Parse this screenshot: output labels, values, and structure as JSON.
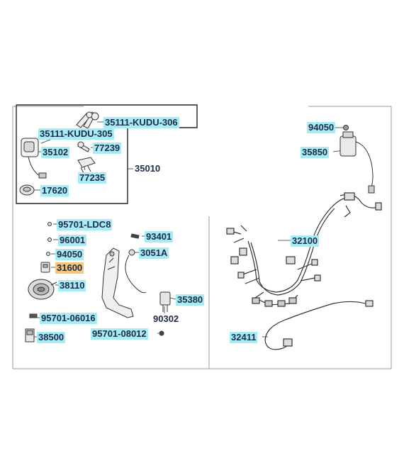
{
  "colors": {
    "highlight": "#a8ecf3",
    "selected": "#f6c774",
    "ink": "#1c2a4a",
    "line": "#333333"
  },
  "parts": [
    {
      "id": "p1",
      "number": "35111-KUDU-306",
      "highlight": "cyan"
    },
    {
      "id": "p2",
      "number": "35111-KUDU-305",
      "highlight": "cyan"
    },
    {
      "id": "p3",
      "number": "35102",
      "highlight": "cyan"
    },
    {
      "id": "p4",
      "number": "77239",
      "highlight": "cyan"
    },
    {
      "id": "p5",
      "number": "77235",
      "highlight": "cyan"
    },
    {
      "id": "p6",
      "number": "35010",
      "highlight": "none"
    },
    {
      "id": "p7",
      "number": "17620",
      "highlight": "cyan"
    },
    {
      "id": "p8",
      "number": "94050",
      "highlight": "cyan"
    },
    {
      "id": "p9",
      "number": "35850",
      "highlight": "cyan"
    },
    {
      "id": "p10",
      "number": "95701-LDC8",
      "highlight": "cyan"
    },
    {
      "id": "p11",
      "number": "96001",
      "highlight": "cyan"
    },
    {
      "id": "p12",
      "number": "94050",
      "highlight": "cyan"
    },
    {
      "id": "p13",
      "number": "31600",
      "highlight": "orange"
    },
    {
      "id": "p14",
      "number": "38110",
      "highlight": "cyan"
    },
    {
      "id": "p15",
      "number": "93401",
      "highlight": "cyan"
    },
    {
      "id": "p16",
      "number": "3051A",
      "highlight": "cyan"
    },
    {
      "id": "p17",
      "number": "32100",
      "highlight": "cyan"
    },
    {
      "id": "p18",
      "number": "35380",
      "highlight": "cyan"
    },
    {
      "id": "p19",
      "number": "90302",
      "highlight": "none"
    },
    {
      "id": "p20",
      "number": "95701-06016",
      "highlight": "cyan"
    },
    {
      "id": "p21",
      "number": "95701-08012",
      "highlight": "cyan"
    },
    {
      "id": "p22",
      "number": "38500",
      "highlight": "cyan"
    },
    {
      "id": "p23",
      "number": "32411",
      "highlight": "cyan"
    }
  ]
}
